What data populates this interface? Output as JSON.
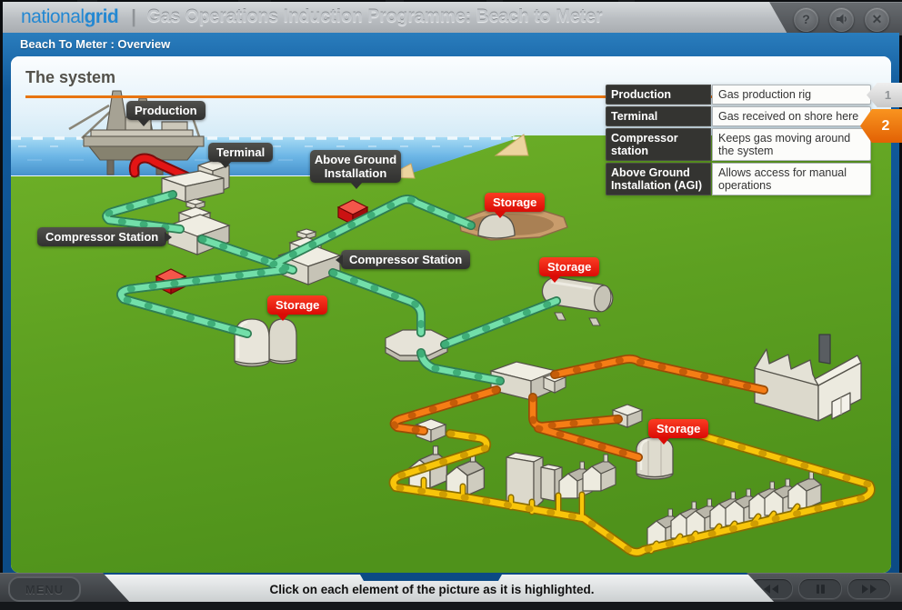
{
  "header": {
    "logo_national": "national",
    "logo_grid": "grid",
    "separator": "|",
    "title": "Gas Operations Induction Programme: Beach to Meter"
  },
  "breadcrumb": {
    "text": "Beach To Meter : Overview"
  },
  "page": {
    "title": "The system"
  },
  "legend": {
    "rows": [
      {
        "term": "Production",
        "desc": "Gas production rig"
      },
      {
        "term": "Terminal",
        "desc": "Gas received on shore here"
      },
      {
        "term": "Compressor station",
        "desc": "Keeps gas moving around the system"
      },
      {
        "term": "Above Ground Installation (AGI)",
        "desc": "Allows access for manual operations"
      }
    ]
  },
  "steps": [
    {
      "label": "1",
      "active": false
    },
    {
      "label": "2",
      "active": true
    }
  ],
  "map_labels": {
    "production": "Production",
    "terminal": "Terminal",
    "agi": "Above Ground Installation",
    "compressor_station": "Compressor Station",
    "storage": "Storage"
  },
  "window_buttons": {
    "help": "?",
    "close": "✕"
  },
  "footer": {
    "menu_label": "MENU",
    "instruction": "Click on each element of the picture as it is highlighted."
  },
  "icons": {
    "top_right": [
      "help-icon",
      "audio-icon",
      "close-icon"
    ],
    "media": [
      "rewind-icon",
      "pause-icon",
      "fast-forward-icon"
    ]
  },
  "colors": {
    "brand_blue": "#2488d2",
    "breadcrumb_bg": "#0d4f8c",
    "accent_orange": "#e87511",
    "pipe_green": "#72dfa9",
    "pipe_orange": "#f57d15",
    "pipe_yellow": "#f8c50a",
    "pipe_red": "#e31515",
    "label_dark_bg": "#313130",
    "storage_red": "#da0b06",
    "step_active": "#ee7a0d",
    "grass": "#61a521",
    "sea": "#63aede"
  }
}
